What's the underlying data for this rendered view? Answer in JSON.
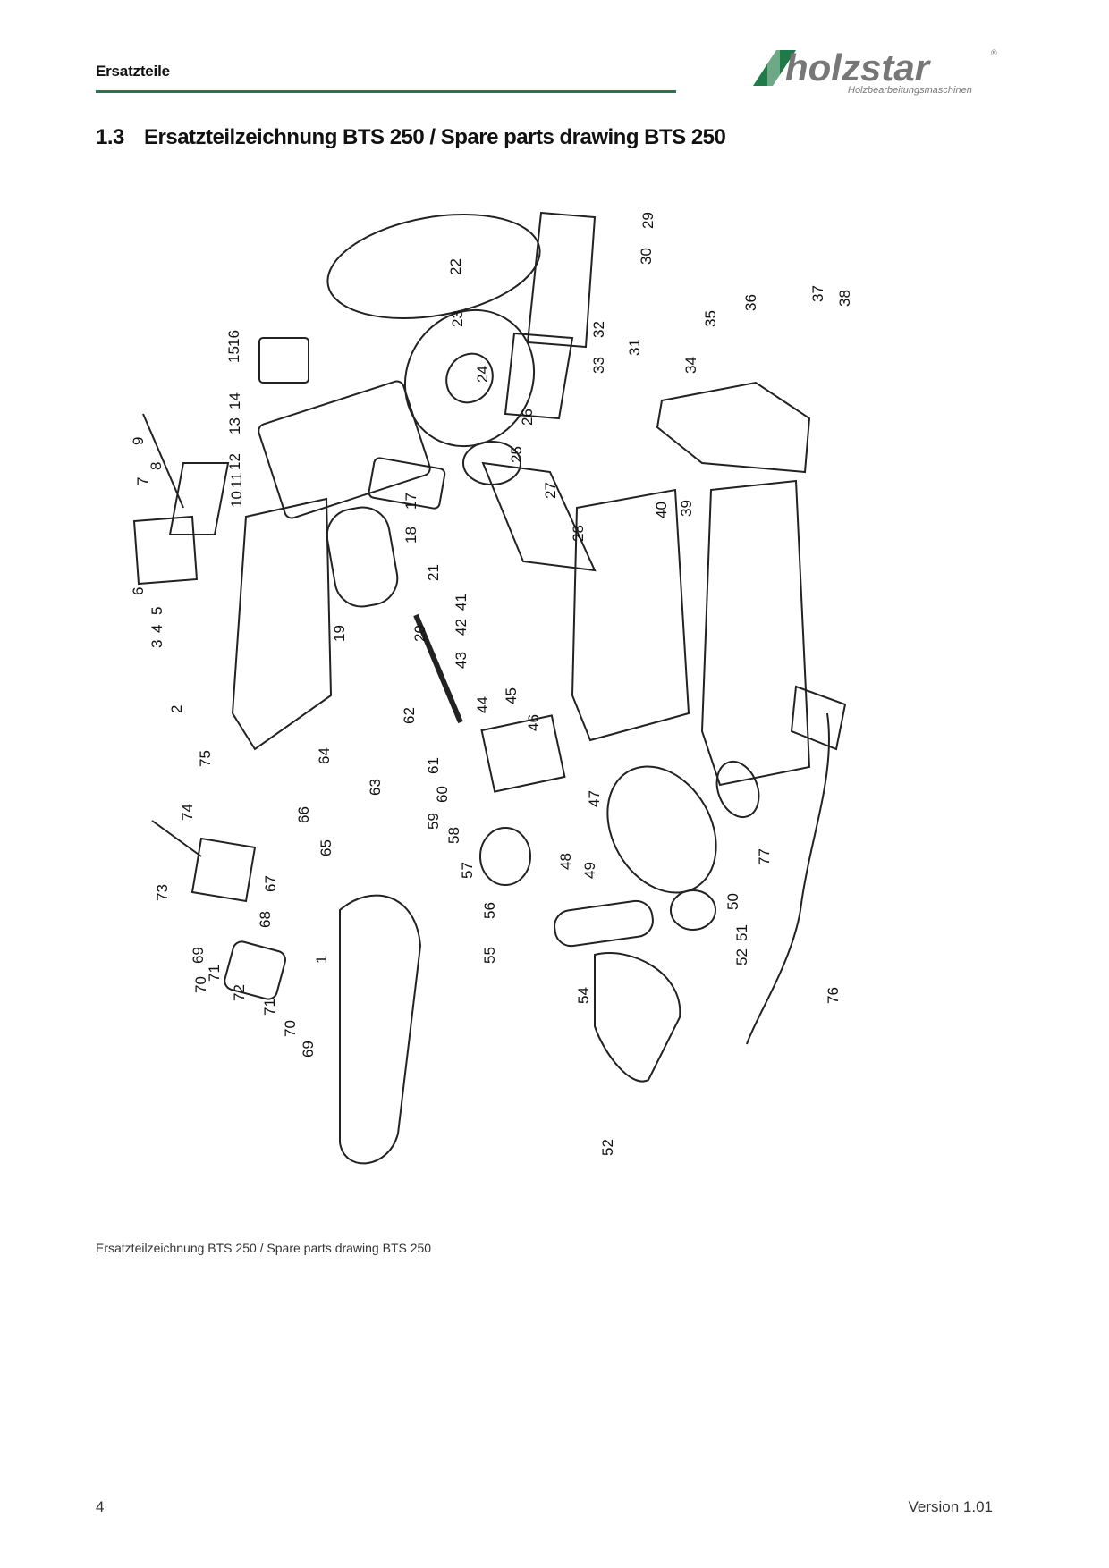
{
  "header": {
    "section_label": "Ersatzteile",
    "logo": {
      "brand": "holzstar",
      "tagline": "Holzbearbeitungsmaschinen",
      "registered_mark": "®",
      "accent_color": "#1f7a48"
    }
  },
  "section": {
    "number": "1.3",
    "title": "Ersatzteilzeichnung BTS 250 / Spare parts drawing BTS 250"
  },
  "drawing": {
    "callouts": [
      "1",
      "2",
      "3",
      "4",
      "5",
      "6",
      "7",
      "8",
      "9",
      "10",
      "11",
      "12",
      "13",
      "14",
      "15",
      "16",
      "17",
      "18",
      "19",
      "20",
      "21",
      "22",
      "23",
      "24",
      "25",
      "26",
      "27",
      "28",
      "29",
      "30",
      "31",
      "32",
      "33",
      "34",
      "35",
      "36",
      "37",
      "38",
      "39",
      "40",
      "41",
      "42",
      "43",
      "44",
      "45",
      "46",
      "47",
      "48",
      "49",
      "50",
      "51",
      "52",
      "52",
      "54",
      "55",
      "56",
      "57",
      "58",
      "59",
      "60",
      "61",
      "62",
      "63",
      "64",
      "65",
      "66",
      "67",
      "68",
      "69",
      "69",
      "70",
      "70",
      "71",
      "71",
      "72",
      "73",
      "74",
      "75",
      "76",
      "77"
    ]
  },
  "caption": "Ersatzteilzeichnung BTS 250 / Spare parts drawing BTS 250",
  "footer": {
    "page_number": "4",
    "version": "Version 1.01"
  }
}
